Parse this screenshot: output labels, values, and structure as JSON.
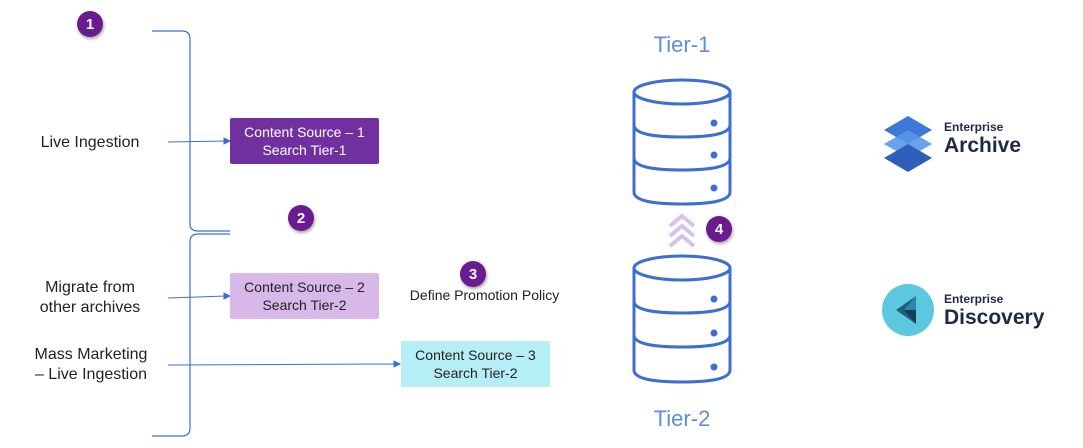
{
  "badges": {
    "step1": "1",
    "step2": "2",
    "step3": "3",
    "step4": "4"
  },
  "labels": {
    "live_ingestion": "Live Ingestion",
    "migrate_line1": "Migrate from",
    "migrate_line2": "other archives",
    "mass_line1": "Mass Marketing",
    "mass_line2": "– Live Ingestion",
    "define_policy": "Define Promotion Policy"
  },
  "boxes": {
    "cs1": {
      "line1": "Content Source – 1",
      "line2": "Search Tier-1"
    },
    "cs2": {
      "line1": "Content Source – 2",
      "line2": "Search Tier-2"
    },
    "cs3": {
      "line1": "Content Source – 3",
      "line2": "Search Tier-2"
    }
  },
  "tiers": {
    "tier1": "Tier-1",
    "tier2": "Tier-2"
  },
  "brands": {
    "archive": {
      "small": "Enterprise",
      "large": "Archive"
    },
    "discovery": {
      "small": "Enterprise",
      "large": "Discovery"
    }
  },
  "colors": {
    "badge": "#6a1b8f",
    "cs1_fill": "#7030a0",
    "cs2_fill": "#d7b8e8",
    "cs3_fill": "#b6eef5",
    "database_stroke": "#3b6fd6",
    "tier_text": "#5b8fd9",
    "arrow": "#d6c2ee",
    "archive_icon": "#3b78d8",
    "discovery_icon": "#5bc8e0"
  },
  "icons": {
    "archive": "layered-diamond-icon",
    "discovery": "triangle-in-circle-icon",
    "database": "database-icon",
    "promotion": "chevron-up-triple-icon"
  }
}
